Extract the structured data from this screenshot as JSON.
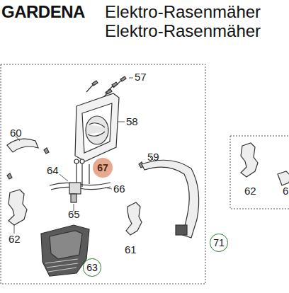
{
  "diagram": {
    "nodes": [
      {
        "text": [
          "67"
        ]
      },
      {
        "text": [
          "71"
        ]
      },
      {
        "text": [
          "63"
        ]
      }
    ],
    "labels": [
      "GARDENA",
      "Elektro-Rasenmäher",
      "Elektro-Rasenmäher",
      "57",
      "58",
      "60",
      "64",
      "59",
      "66",
      "65",
      "62",
      "61",
      "62",
      "6"
    ]
  }
}
